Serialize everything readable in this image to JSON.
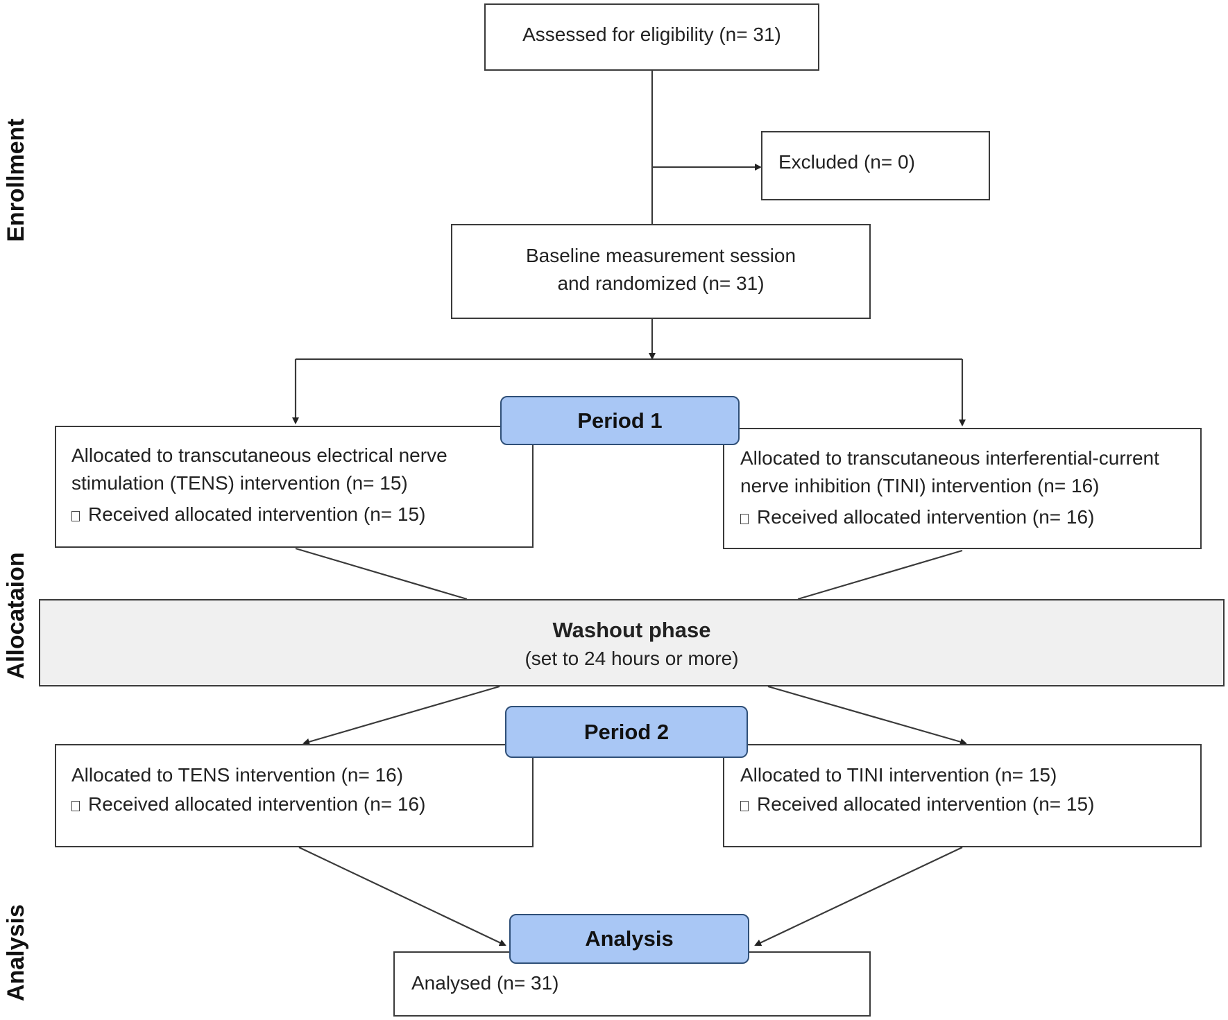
{
  "side_labels": {
    "enrollment": "Enrollment",
    "allocation": "Allocataion",
    "analysis": "Analysis"
  },
  "assessed": "Assessed for eligibility (n= 31)",
  "excluded": "Excluded (n= 0)",
  "baseline": {
    "line1": "Baseline measurement session",
    "line2": "and randomized (n= 31)"
  },
  "period1": {
    "header": "Period 1",
    "left": {
      "line1": "Allocated to transcutaneous electrical nerve",
      "line2": "stimulation (TENS) intervention (n= 15)",
      "received": "Received allocated intervention (n= 15)"
    },
    "right": {
      "line1": "Allocated to transcutaneous interferential-current",
      "line2": "nerve inhibition (TINI) intervention (n= 16)",
      "received": "Received allocated intervention (n= 16)"
    }
  },
  "washout": {
    "title": "Washout phase",
    "subtitle": "(set to 24 hours or more)"
  },
  "period2": {
    "header": "Period 2",
    "left": {
      "line1": "Allocated to TENS intervention (n= 16)",
      "received": "Received allocated intervention (n= 16)"
    },
    "right": {
      "line1": "Allocated to TINI intervention (n= 15)",
      "received": "Received allocated intervention (n= 15)"
    }
  },
  "analysis": {
    "header": "Analysis",
    "analysed": "Analysed (n= 31)"
  },
  "colors": {
    "header_fill": "#a9c7f5",
    "washout_fill": "#f0f0f0",
    "line": "#3a3a3a"
  }
}
